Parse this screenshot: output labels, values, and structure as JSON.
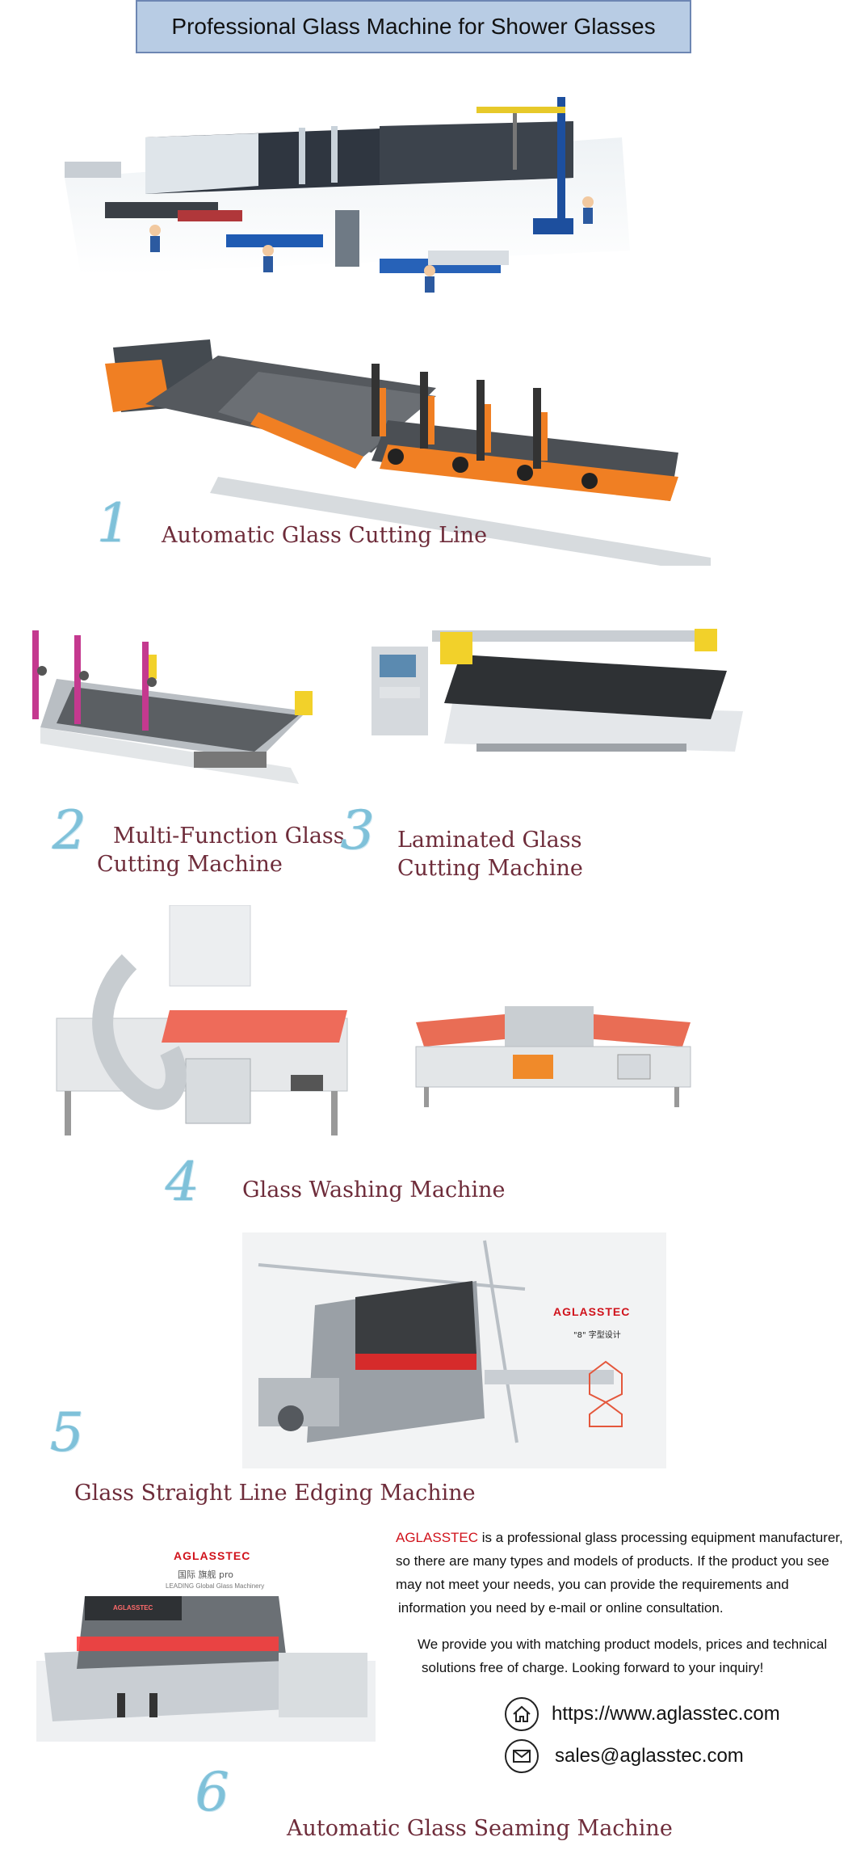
{
  "banner": {
    "title": "Professional Glass Machine for Shower Glasses"
  },
  "sections": [
    {
      "number": "1",
      "caption": "Automatic Glass Cutting Line"
    },
    {
      "number": "2",
      "caption_line1": "Multi-Function Glass",
      "caption_line2": "Cutting Machine"
    },
    {
      "number": "3",
      "caption_line1": "Laminated Glass",
      "caption_line2": "Cutting Machine"
    },
    {
      "number": "4",
      "caption": "Glass Washing Machine"
    },
    {
      "number": "5",
      "caption": "Glass Straight Line Edging Machine"
    },
    {
      "number": "6",
      "caption": "Automatic Glass Seaming Machine"
    }
  ],
  "logos": {
    "edging_brand": "AGLASSTEC",
    "edging_slogan": "\"8\" 字型设计",
    "seaming_brand": "AGLASSTEC",
    "seaming_slogan": "国际 旗舰 pro",
    "seaming_subline": "LEADING Global Glass Machinery",
    "machine_label": "AGLASSTEC"
  },
  "intro": {
    "brand": "AGLASSTEC",
    "para1_line1": " is a professional glass processing equipment manufacturer,",
    "para1_line2": "so there are many types and models of products.  If the product you see",
    "para1_line3": "may not meet your needs, you can provide the requirements and",
    "para1_line4": "information you need by e-mail or online consultation.",
    "para2_line1": "We provide you with matching product models, prices and technical",
    "para2_line2": "solutions free of charge. Looking forward to your inquiry!"
  },
  "contact": {
    "website": "https://www.aglasstec.com",
    "email": "sales@aglasstec.com",
    "website_icon": "home-icon",
    "email_icon": "mail-icon"
  },
  "colors": {
    "banner_bg": "#b8cce4",
    "caption_color": "#6e2c3a",
    "brand_red": "#d0121b",
    "numeral_blue": "#7fc1d9"
  }
}
